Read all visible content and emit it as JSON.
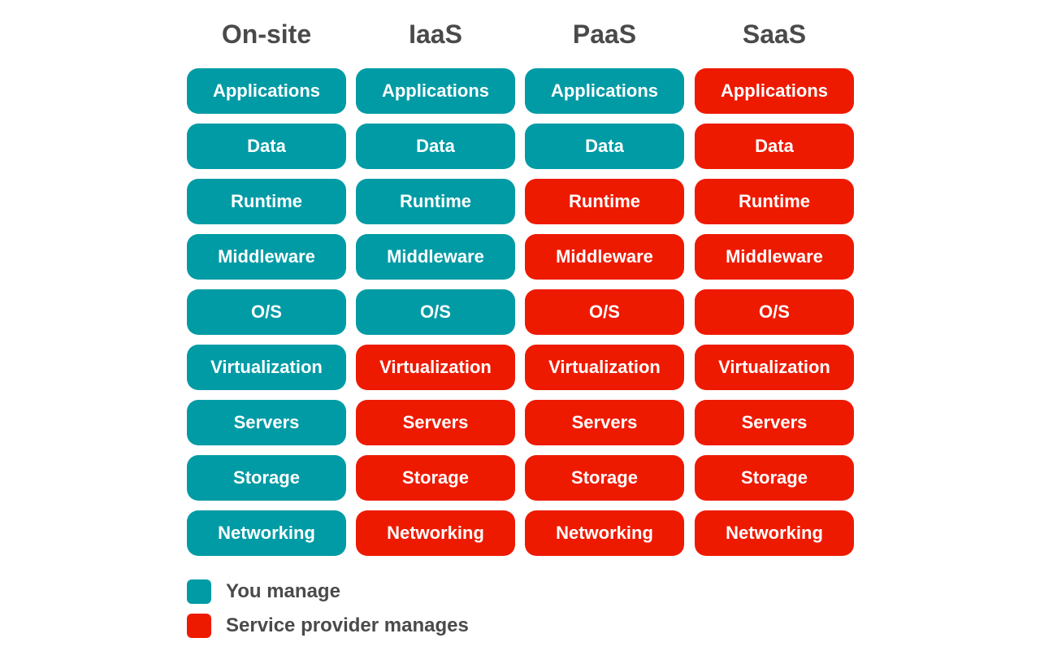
{
  "colors": {
    "you_manage": "#009ba5",
    "provider_manages": "#ee1a00"
  },
  "columns": [
    {
      "title": "On-site",
      "layers": [
        {
          "label": "Applications",
          "managed_by": "you_manage"
        },
        {
          "label": "Data",
          "managed_by": "you_manage"
        },
        {
          "label": "Runtime",
          "managed_by": "you_manage"
        },
        {
          "label": "Middleware",
          "managed_by": "you_manage"
        },
        {
          "label": "O/S",
          "managed_by": "you_manage"
        },
        {
          "label": "Virtualization",
          "managed_by": "you_manage"
        },
        {
          "label": "Servers",
          "managed_by": "you_manage"
        },
        {
          "label": "Storage",
          "managed_by": "you_manage"
        },
        {
          "label": "Networking",
          "managed_by": "you_manage"
        }
      ]
    },
    {
      "title": "IaaS",
      "layers": [
        {
          "label": "Applications",
          "managed_by": "you_manage"
        },
        {
          "label": "Data",
          "managed_by": "you_manage"
        },
        {
          "label": "Runtime",
          "managed_by": "you_manage"
        },
        {
          "label": "Middleware",
          "managed_by": "you_manage"
        },
        {
          "label": "O/S",
          "managed_by": "you_manage"
        },
        {
          "label": "Virtualization",
          "managed_by": "provider_manages"
        },
        {
          "label": "Servers",
          "managed_by": "provider_manages"
        },
        {
          "label": "Storage",
          "managed_by": "provider_manages"
        },
        {
          "label": "Networking",
          "managed_by": "provider_manages"
        }
      ]
    },
    {
      "title": "PaaS",
      "layers": [
        {
          "label": "Applications",
          "managed_by": "you_manage"
        },
        {
          "label": "Data",
          "managed_by": "you_manage"
        },
        {
          "label": "Runtime",
          "managed_by": "provider_manages"
        },
        {
          "label": "Middleware",
          "managed_by": "provider_manages"
        },
        {
          "label": "O/S",
          "managed_by": "provider_manages"
        },
        {
          "label": "Virtualization",
          "managed_by": "provider_manages"
        },
        {
          "label": "Servers",
          "managed_by": "provider_manages"
        },
        {
          "label": "Storage",
          "managed_by": "provider_manages"
        },
        {
          "label": "Networking",
          "managed_by": "provider_manages"
        }
      ]
    },
    {
      "title": "SaaS",
      "layers": [
        {
          "label": "Applications",
          "managed_by": "provider_manages"
        },
        {
          "label": "Data",
          "managed_by": "provider_manages"
        },
        {
          "label": "Runtime",
          "managed_by": "provider_manages"
        },
        {
          "label": "Middleware",
          "managed_by": "provider_manages"
        },
        {
          "label": "O/S",
          "managed_by": "provider_manages"
        },
        {
          "label": "Virtualization",
          "managed_by": "provider_manages"
        },
        {
          "label": "Servers",
          "managed_by": "provider_manages"
        },
        {
          "label": "Storage",
          "managed_by": "provider_manages"
        },
        {
          "label": "Networking",
          "managed_by": "provider_manages"
        }
      ]
    }
  ],
  "legend": [
    {
      "label": "You manage",
      "key": "you_manage"
    },
    {
      "label": "Service provider manages",
      "key": "provider_manages"
    }
  ]
}
